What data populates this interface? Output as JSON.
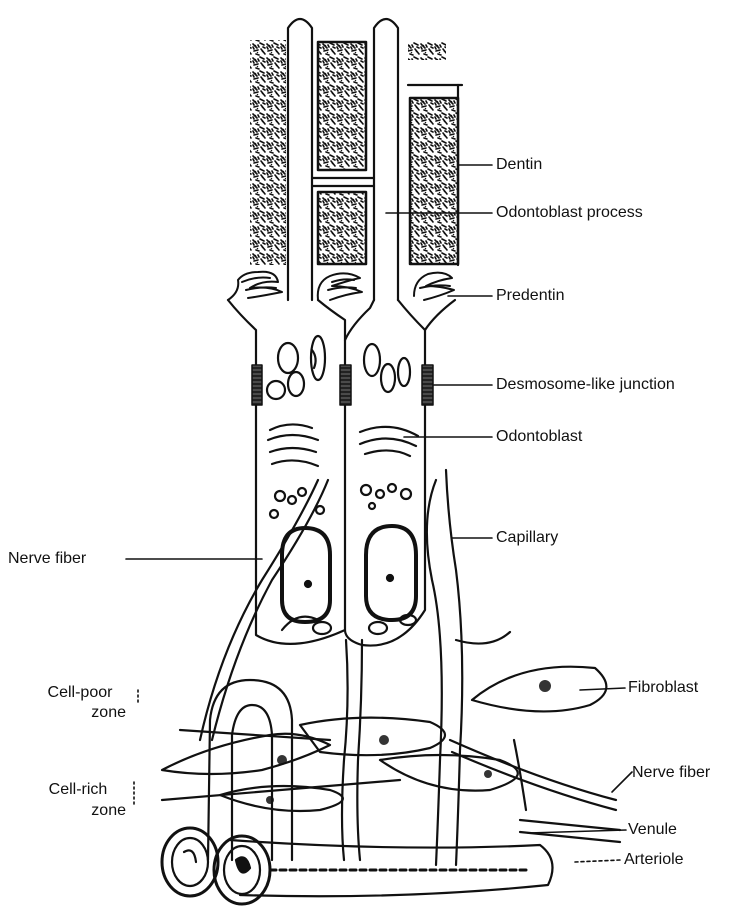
{
  "figure": {
    "labels": {
      "dentin": "Dentin",
      "odontoblast_process": "Odontoblast process",
      "predentin": "Predentin",
      "desmosome_like_junction": "Desmosome-like junction",
      "odontoblast": "Odontoblast",
      "capillary": "Capillary",
      "nerve_fiber_left": "Nerve fiber",
      "cell_poor_zone_line1": "Cell-poor",
      "cell_poor_zone_line2": "zone",
      "cell_rich_zone_line1": "Cell-rich",
      "cell_rich_zone_line2": "zone",
      "fibroblast": "Fibroblast",
      "nerve_fiber_right": "Nerve fiber",
      "venule": "Venule",
      "arteriole": "Arteriole"
    },
    "colors": {
      "ink": "#111111",
      "background": "#ffffff"
    }
  }
}
